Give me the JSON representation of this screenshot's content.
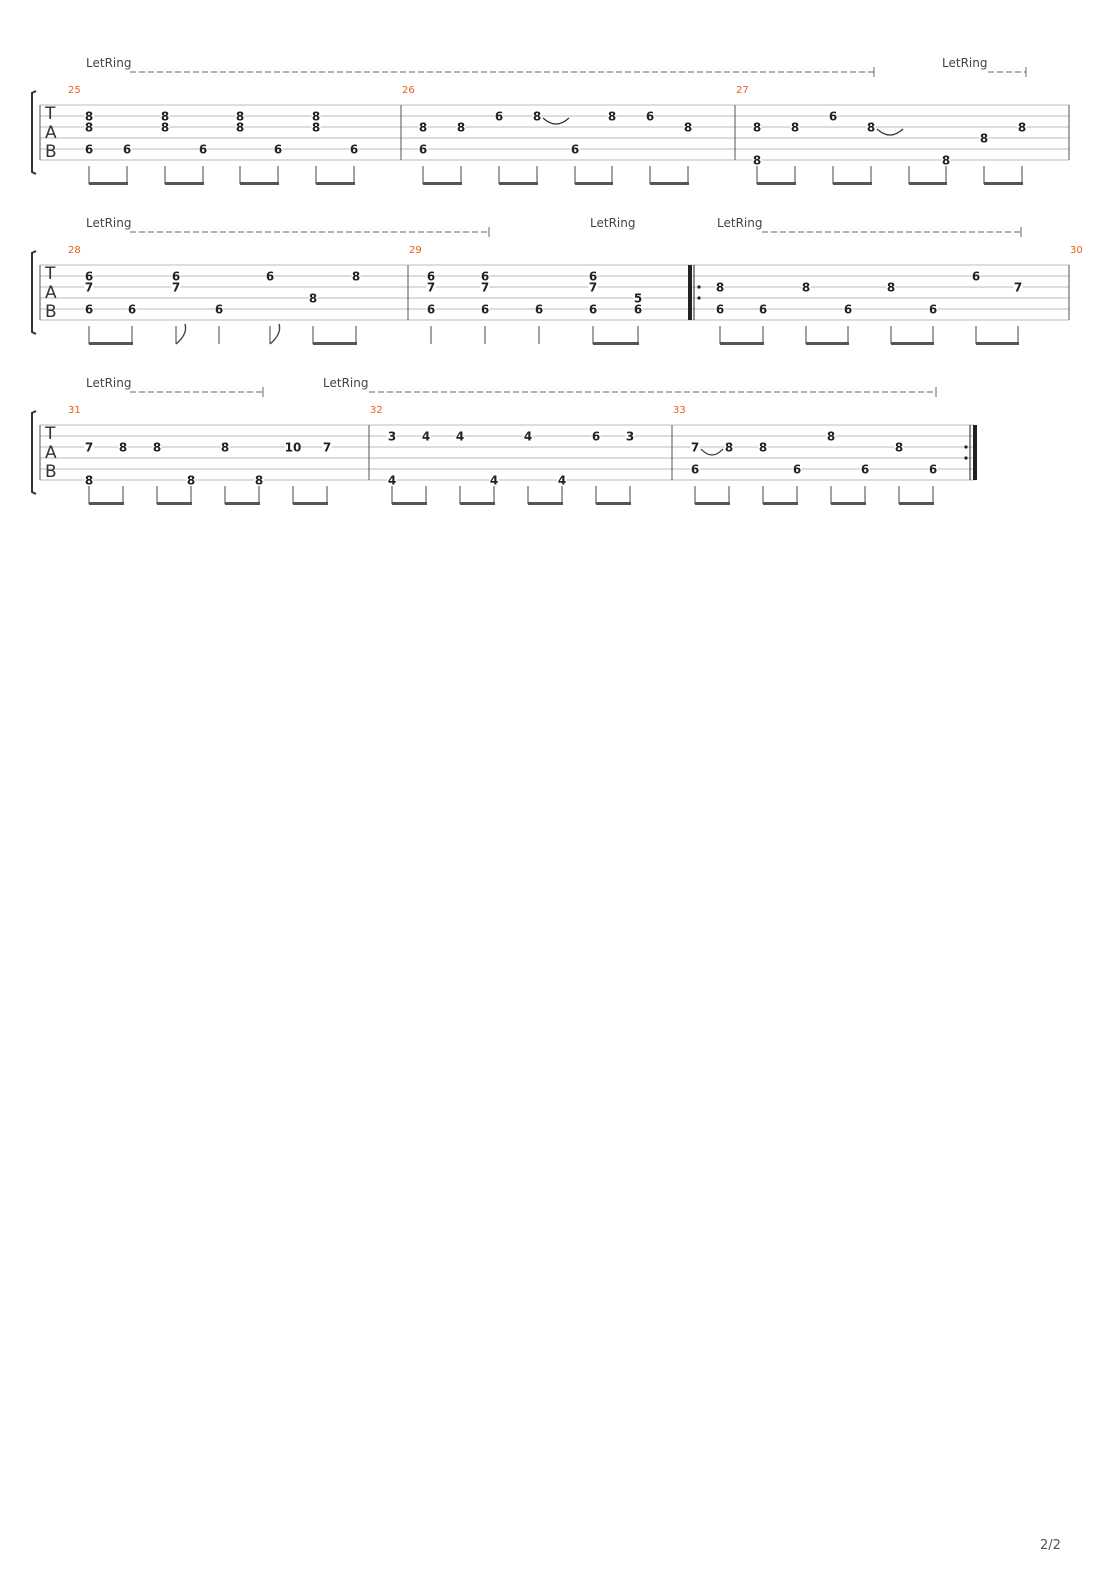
{
  "document": {
    "title": "",
    "page_indicator": "2/2"
  },
  "tab_clef": [
    "T",
    "A",
    "B"
  ],
  "let_ring_label": "LetRing",
  "systems": [
    {
      "letring": [
        {
          "start": 0,
          "end": 1,
          "label": "LetRing"
        },
        {
          "start": 0,
          "end": 0,
          "label": "LetRing"
        }
      ],
      "measures": [
        {
          "number": "25",
          "notes": [
            {
              "strings": {
                "2": "8",
                "3": "8",
                "5": "6"
              }
            },
            {
              "strings": {
                "5": "6"
              }
            },
            {
              "strings": {
                "2": "8",
                "3": "8"
              }
            },
            {
              "strings": {
                "5": "6"
              }
            },
            {
              "strings": {
                "2": "8",
                "3": "8"
              }
            },
            {
              "strings": {
                "5": "6"
              }
            },
            {
              "strings": {
                "2": "8",
                "3": "8"
              }
            },
            {
              "strings": {
                "5": "6"
              }
            }
          ]
        },
        {
          "number": "26",
          "notes": [
            {
              "strings": {
                "3": "8",
                "5": "6"
              }
            },
            {
              "strings": {
                "3": "8"
              }
            },
            {
              "strings": {
                "2": "6"
              }
            },
            {
              "strings": {
                "2": "8"
              },
              "tie": true
            },
            {
              "strings": {
                "5": "6"
              }
            },
            {
              "strings": {
                "2": "8"
              }
            },
            {
              "strings": {
                "2": "6"
              }
            },
            {
              "strings": {
                "3": "8"
              }
            }
          ]
        },
        {
          "number": "27",
          "notes": [
            {
              "strings": {
                "3": "8",
                "6": "8"
              }
            },
            {
              "strings": {
                "3": "8"
              }
            },
            {
              "strings": {
                "2": "6"
              }
            },
            {
              "strings": {
                "3": "8"
              },
              "tie": true
            },
            {
              "strings": {}
            },
            {
              "strings": {
                "6": "8"
              }
            },
            {
              "strings": {
                "4": "8"
              }
            },
            {
              "strings": {
                "3": "8"
              }
            }
          ]
        }
      ]
    },
    {
      "letring": [
        {
          "label": "LetRing"
        },
        {
          "label": "LetRing"
        },
        {
          "label": "LetRing"
        }
      ],
      "measures": [
        {
          "number": "28",
          "notes": [
            {
              "strings": {
                "2": "6",
                "3": "7",
                "5": "6"
              }
            },
            {
              "strings": {
                "5": "6"
              }
            },
            {
              "strings": {
                "2": "6",
                "3": "7"
              }
            },
            {
              "strings": {
                "5": "6"
              }
            },
            {
              "strings": {
                "2": "6"
              }
            },
            {
              "strings": {
                "4": "8"
              }
            },
            {
              "strings": {
                "2": "8"
              }
            }
          ]
        },
        {
          "number": "29",
          "notes": [
            {
              "strings": {
                "2": "6",
                "3": "7",
                "5": "6"
              }
            },
            {
              "strings": {
                "2": "6",
                "3": "7",
                "5": "6"
              }
            },
            {
              "strings": {
                "5": "6"
              }
            },
            {
              "strings": {
                "2": "6",
                "3": "7",
                "5": "6"
              }
            },
            {
              "strings": {
                "4": "5",
                "5": "6"
              }
            }
          ]
        },
        {
          "number": "30",
          "notes": [
            {
              "strings": {
                "3": "8",
                "5": "6"
              }
            },
            {
              "strings": {
                "5": "6"
              }
            },
            {
              "strings": {
                "3": "8"
              }
            },
            {
              "strings": {
                "5": "6"
              }
            },
            {
              "strings": {
                "3": "8"
              }
            },
            {
              "strings": {
                "5": "6"
              }
            },
            {
              "strings": {
                "2": "6"
              }
            },
            {
              "strings": {
                "3": "7"
              }
            }
          ]
        }
      ]
    },
    {
      "letring": [
        {
          "label": "LetRing"
        },
        {
          "label": "LetRing"
        }
      ],
      "measures": [
        {
          "number": "31",
          "notes": [
            {
              "strings": {
                "3": "7",
                "6": "8"
              }
            },
            {
              "strings": {
                "3": "8"
              }
            },
            {
              "strings": {
                "3": "8"
              }
            },
            {
              "strings": {
                "6": "8"
              }
            },
            {
              "strings": {
                "3": "8"
              }
            },
            {
              "strings": {
                "6": "8"
              }
            },
            {
              "strings": {
                "3": "10"
              }
            },
            {
              "strings": {
                "3": "7"
              }
            }
          ]
        },
        {
          "number": "32",
          "notes": [
            {
              "strings": {
                "2": "3",
                "6": "4"
              }
            },
            {
              "strings": {
                "2": "4"
              }
            },
            {
              "strings": {
                "2": "4"
              }
            },
            {
              "strings": {
                "6": "4"
              }
            },
            {
              "strings": {
                "2": "4"
              }
            },
            {
              "strings": {
                "6": "4"
              }
            },
            {
              "strings": {
                "2": "6"
              }
            },
            {
              "strings": {
                "2": "3"
              }
            }
          ]
        },
        {
          "number": "33",
          "notes": [
            {
              "strings": {
                "3": "7",
                "5": "6"
              },
              "tie": true
            },
            {
              "strings": {
                "3": "8"
              }
            },
            {
              "strings": {
                "3": "8"
              }
            },
            {
              "strings": {
                "5": "6"
              }
            },
            {
              "strings": {
                "2": "8"
              }
            },
            {
              "strings": {
                "5": "6"
              }
            },
            {
              "strings": {
                "3": "8"
              }
            },
            {
              "strings": {
                "5": "6"
              }
            }
          ]
        }
      ]
    }
  ]
}
